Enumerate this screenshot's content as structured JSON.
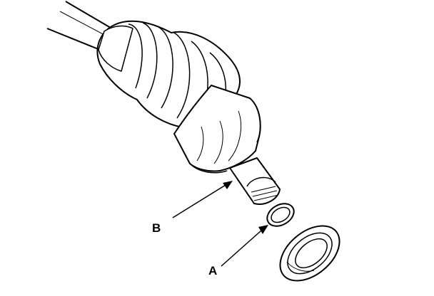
{
  "callouts": {
    "b": "B",
    "a": "A"
  },
  "parts": {
    "shaft": "drive-shaft",
    "boot": "cv-joint-boot",
    "joint_housing": "cv-joint-housing",
    "splined_stub": "splined-stub-shaft",
    "set_ring": "set-ring",
    "oil_seal": "oil-seal"
  },
  "colors": {
    "line": "#000000",
    "fill": "#ffffff"
  }
}
